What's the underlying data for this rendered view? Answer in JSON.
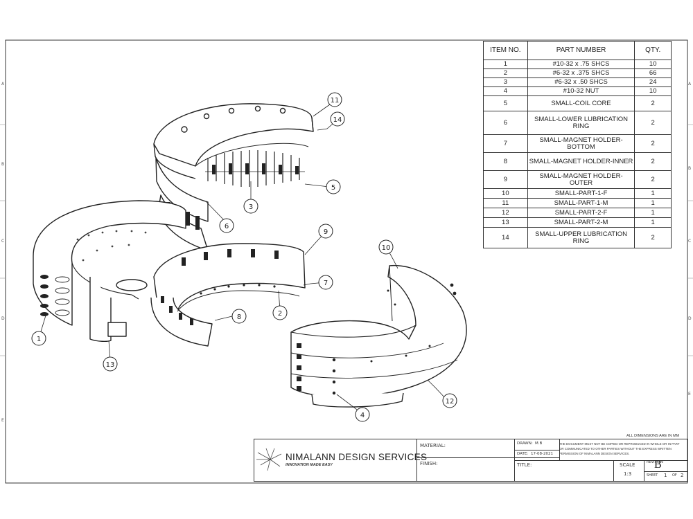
{
  "zone_labels": {
    "left": [
      "A",
      "B",
      "C",
      "D",
      "E"
    ],
    "right": [
      "A",
      "B",
      "C",
      "D",
      "E"
    ]
  },
  "bom": {
    "headers": [
      "ITEM NO.",
      "PART NUMBER",
      "QTY."
    ],
    "rows": [
      {
        "item": "1",
        "part": "#10-32 x .75 SHCS",
        "qty": "10"
      },
      {
        "item": "2",
        "part": "#6-32 x .375 SHCS",
        "qty": "66"
      },
      {
        "item": "3",
        "part": "#6-32 x .50 SHCS",
        "qty": "24"
      },
      {
        "item": "4",
        "part": "#10-32 NUT",
        "qty": "10"
      },
      {
        "item": "5",
        "part": "SMALL-COIL CORE",
        "qty": "2"
      },
      {
        "item": "6",
        "part": "SMALL-LOWER LUBRICATION RING",
        "qty": "2"
      },
      {
        "item": "7",
        "part": "SMALL-MAGNET HOLDER-BOTTOM",
        "qty": "2"
      },
      {
        "item": "8",
        "part": "SMALL-MAGNET HOLDER-INNER",
        "qty": "2"
      },
      {
        "item": "9",
        "part": "SMALL-MAGNET HOLDER-OUTER",
        "qty": "2"
      },
      {
        "item": "10",
        "part": "SMALL-PART-1-F",
        "qty": "1"
      },
      {
        "item": "11",
        "part": "SMALL-PART-1-M",
        "qty": "1"
      },
      {
        "item": "12",
        "part": "SMALL-PART-2-F",
        "qty": "1"
      },
      {
        "item": "13",
        "part": "SMALL-PART-2-M",
        "qty": "1"
      },
      {
        "item": "14",
        "part": "SMALL-UPPER LUBRICATION RING",
        "qty": "2"
      }
    ]
  },
  "balloons": [
    "1",
    "2",
    "3",
    "4",
    "5",
    "6",
    "7",
    "8",
    "9",
    "10",
    "11",
    "12",
    "13",
    "14"
  ],
  "title_block": {
    "dimensions_note": "ALL DIMENSIONS ARE IN MM",
    "company": "NIMALANN DESIGN SERVICES",
    "tagline": "INNOVATION MADE EASY",
    "material_label": "MATERIAL:",
    "finish_label": "FINISH:",
    "drawn_label": "DRAWN:",
    "drawn_value": "M.B",
    "date_label": "DATE:",
    "date_value": "17-08-2021",
    "title_label": "TITLE:",
    "notice": "THE DOCUMENT MUST NOT BE COPIED OR REPRODUCED IN WHOLE OR IN PART OR COMMUNICATED TO OTHER PARTIES WITHOUT THE EXPRESS WRITTEN PERMISSION OF NIMALANN DESIGN SERVICES.",
    "scale_label": "SCALE",
    "scale_value": "1:3",
    "revision_label": "REVISION",
    "revision_value": "B",
    "sheet_label": "SHEET",
    "sheet_value": "1",
    "sheet_of": "OF",
    "sheet_total": "2"
  },
  "colors": {
    "line": "#222222",
    "border": "#333333",
    "paper": "#ffffff"
  }
}
